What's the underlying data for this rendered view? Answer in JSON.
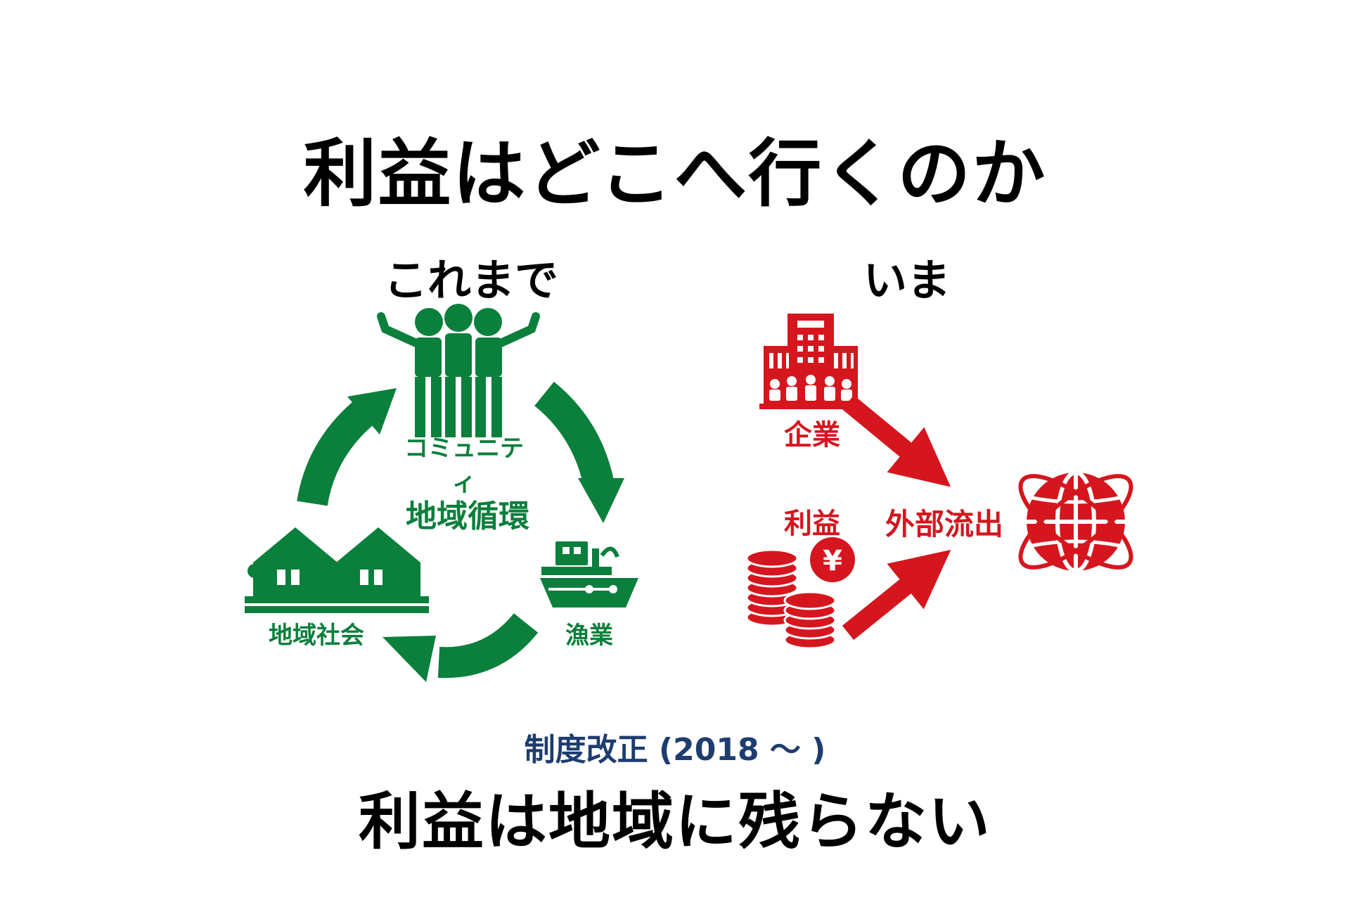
{
  "title": "利益はどこへ行くのか",
  "left": {
    "heading": "これまで",
    "center_label": "地域循環",
    "nodes": {
      "community": "コミュニティ",
      "fishery": "漁業",
      "society": "地域社会"
    }
  },
  "right": {
    "heading": "いま",
    "company": "企業",
    "profit": "利益",
    "outflow": "外部流出",
    "yen_symbol": "¥"
  },
  "reform": "制度改正 (2018 ～ )",
  "conclusion": "利益は地域に残らない",
  "colors": {
    "green": "#0b7f3c",
    "red": "#d5161e",
    "navy": "#1d3d6e"
  }
}
